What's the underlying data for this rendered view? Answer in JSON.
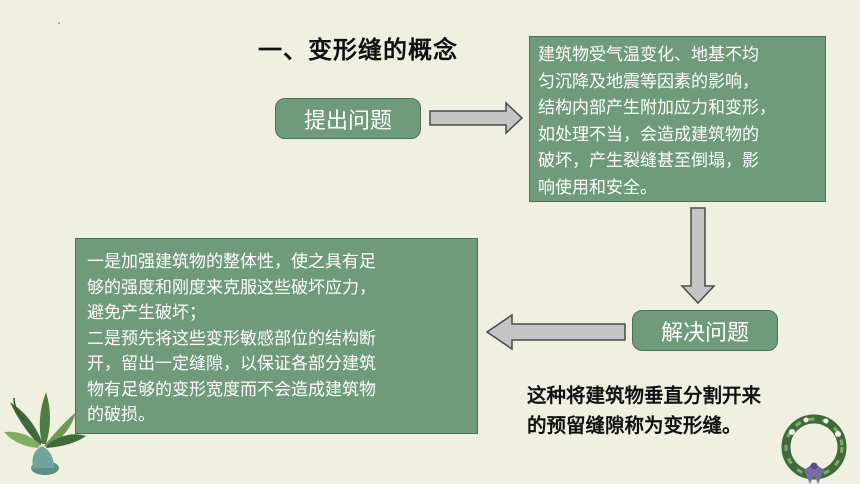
{
  "title": "一、变形缝的概念",
  "ask_label": "提出问题",
  "solve_label": "解决问题",
  "cause_lines": [
    "建筑物受气温变化、地基不均",
    "匀沉降及地震等因素的影响，",
    "结构内部产生附加应力和变形，",
    "如处理不当，会造成建筑物的",
    "破坏，产生裂缝甚至倒塌，影",
    "响使用和安全。"
  ],
  "measure_lines": [
    "一是加强建筑物的整体性，使之具有足",
    "够的强度和刚度来克服这些破坏应力，",
    "避免产生破坏；",
    "二是预先将这些变形敏感部位的结构断",
    "开，留出一定缝隙，以保证各部分建筑",
    "物有足够的变形宽度而不会造成建筑物",
    "的破损。"
  ],
  "definition_lines": [
    "这种将建筑物垂直分割开来",
    "的预留缝隙称为变形缝。"
  ],
  "colors": {
    "background": "#f0f0e1",
    "box_fill": "#6f9b7a",
    "box_border": "#4e6f57",
    "arrow_fill": "#c5c5c5",
    "arrow_stroke": "#4a4a4a"
  },
  "decorations": [
    "leafy-plant-icon",
    "wreath-icon"
  ]
}
